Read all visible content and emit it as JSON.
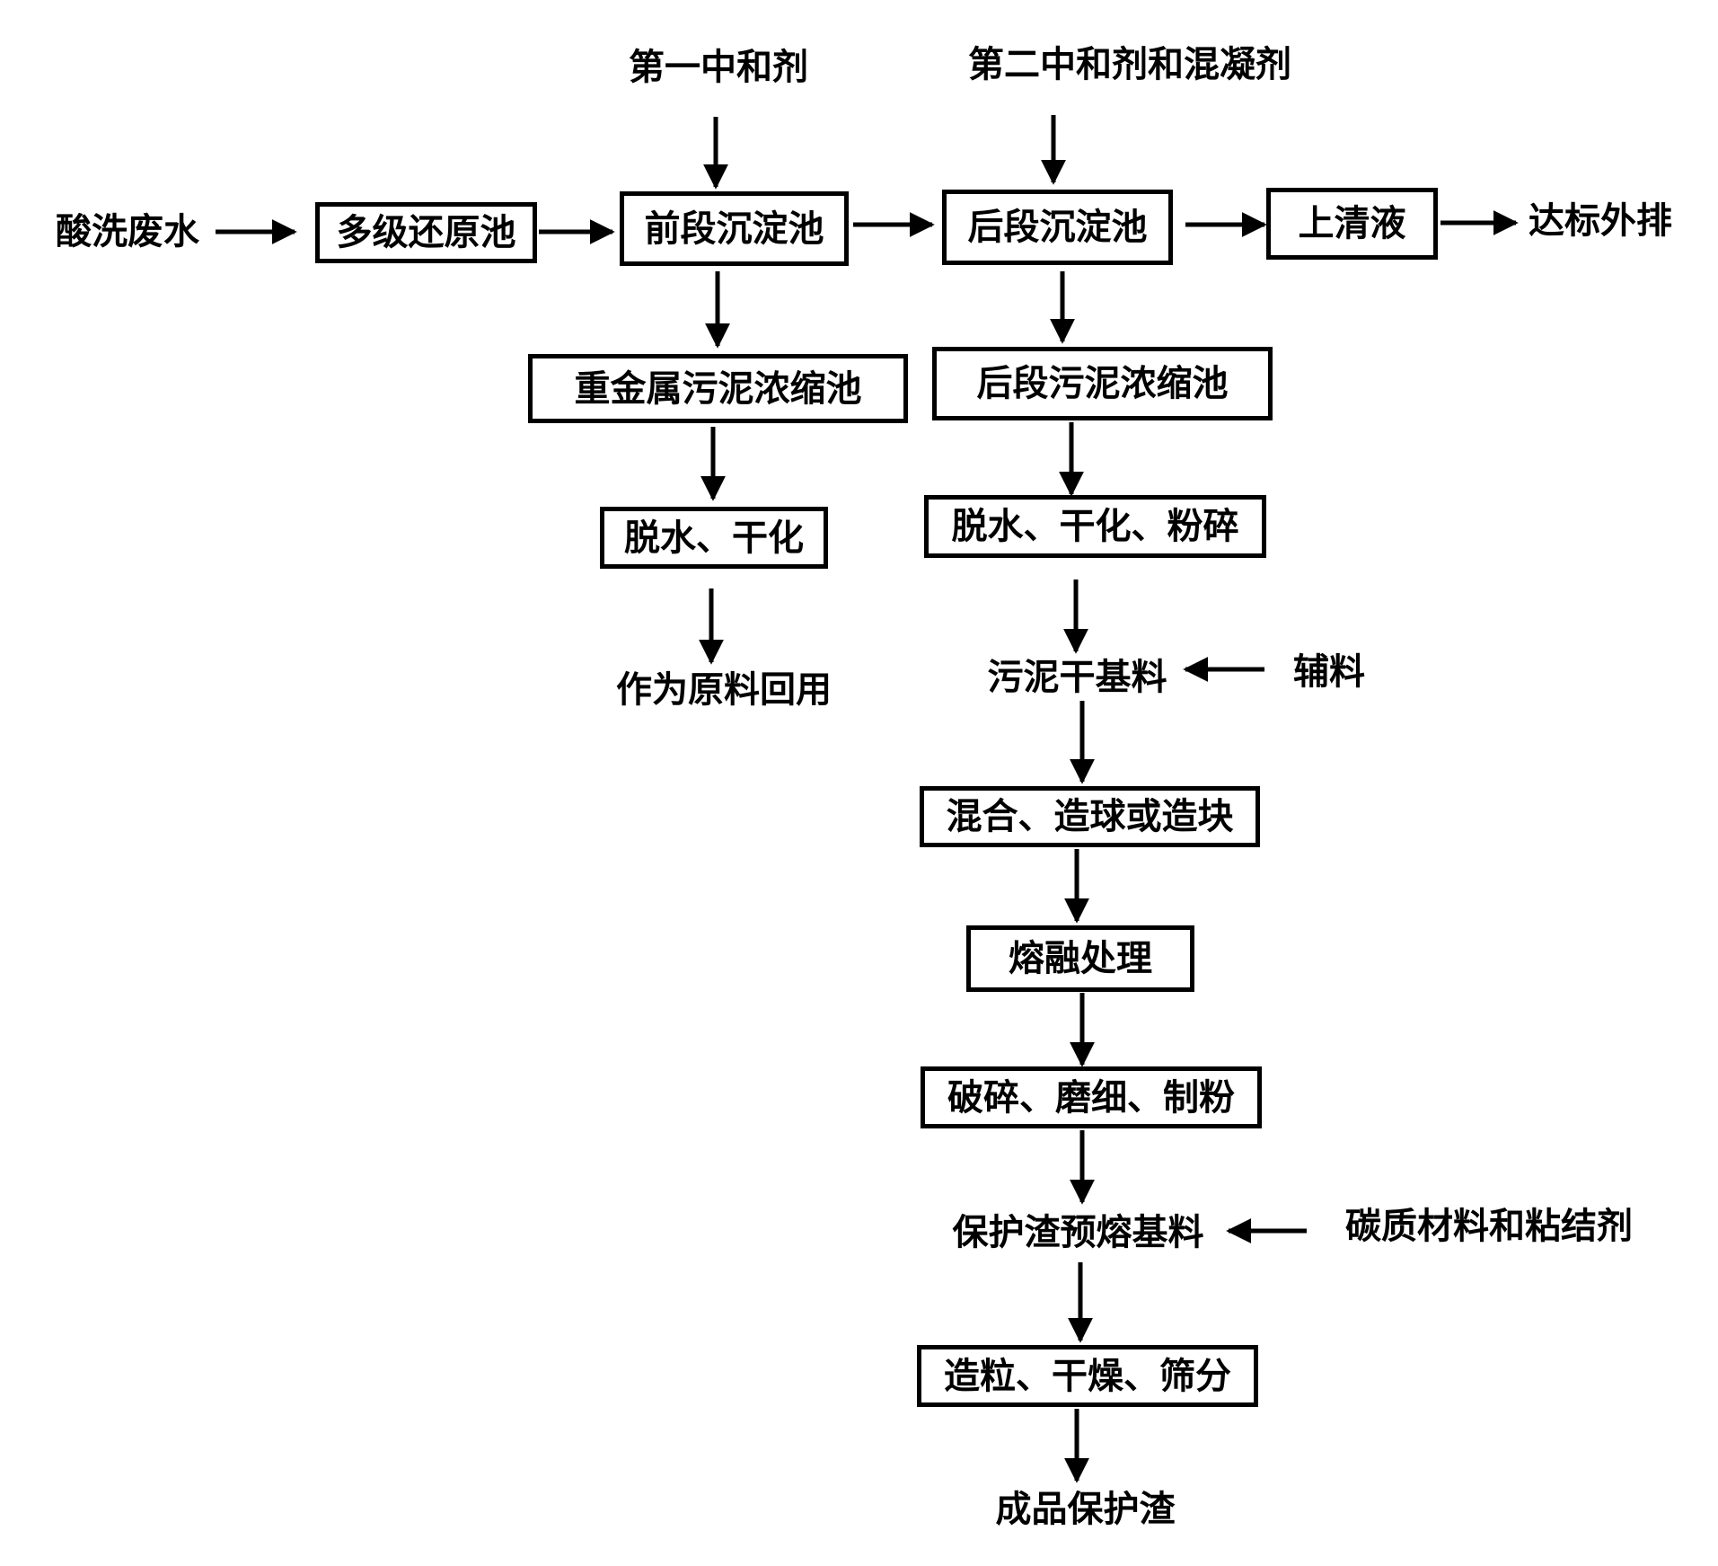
{
  "nodes": {
    "first_neutralizer": "第一中和剂",
    "second_neutralizer_coagulant": "第二中和剂和混凝剂",
    "pickling_wastewater": "酸洗废水",
    "multistage_reduction_tank": "多级还原池",
    "front_settling_tank": "前段沉淀池",
    "rear_settling_tank": "后段沉淀池",
    "supernatant": "上清液",
    "discharge_standard": "达标外排",
    "heavy_metal_sludge_thickener": "重金属污泥浓缩池",
    "rear_sludge_thickener": "后段污泥浓缩池",
    "dewater_dry": "脱水、干化",
    "dewater_dry_crush": "脱水、干化、粉碎",
    "reuse_raw_material": "作为原料回用",
    "sludge_dry_base": "污泥干基料",
    "auxiliary_material": "辅料",
    "mix_pelletize": "混合、造球或造块",
    "melting_treatment": "熔融处理",
    "crush_grind_powder": "破碎、磨细、制粉",
    "flux_premelt_base": "保护渣预熔基料",
    "carbon_binder": "碳质材料和粘结剂",
    "granulate_dry_sieve": "造粒、干燥、筛分",
    "finished_flux": "成品保护渣"
  }
}
